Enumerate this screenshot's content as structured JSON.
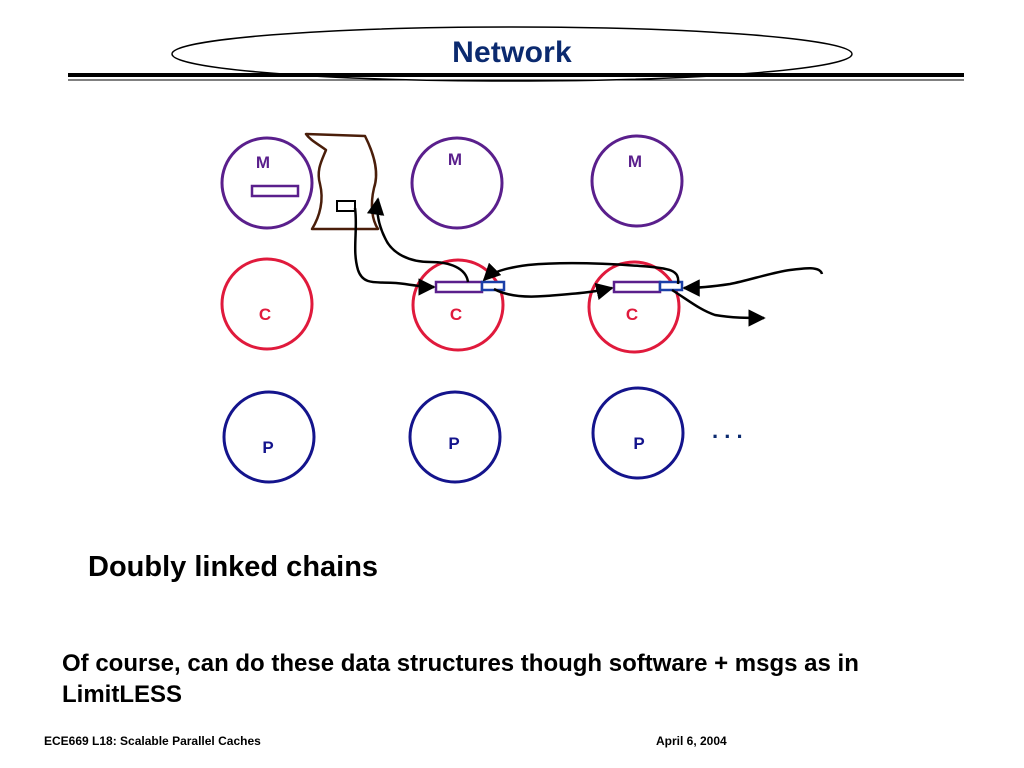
{
  "slide": {
    "title": "Network",
    "subtitle": "Doubly linked chains",
    "body": "Of course, can do these data structures though software + msgs as in LimitLESS",
    "footer_left": "ECE669  L18: Scalable Parallel Caches",
    "footer_right": "April 6, 2004"
  },
  "diagram": {
    "memory_nodes": [
      {
        "label": "M"
      },
      {
        "label": "M"
      },
      {
        "label": "M"
      }
    ],
    "cache_nodes": [
      {
        "label": "C"
      },
      {
        "label": "C"
      },
      {
        "label": "C"
      }
    ],
    "processor_nodes": [
      {
        "label": "P"
      },
      {
        "label": "P"
      },
      {
        "label": "P"
      }
    ],
    "ellipsis": ". . .",
    "colors": {
      "memory": "#5a1f8c",
      "cache": "#e01a3c",
      "processor": "#14148c",
      "title": "#0b2a6f",
      "directory_outline": "#4a1e0a",
      "pointer": "#1a3fa8"
    }
  }
}
